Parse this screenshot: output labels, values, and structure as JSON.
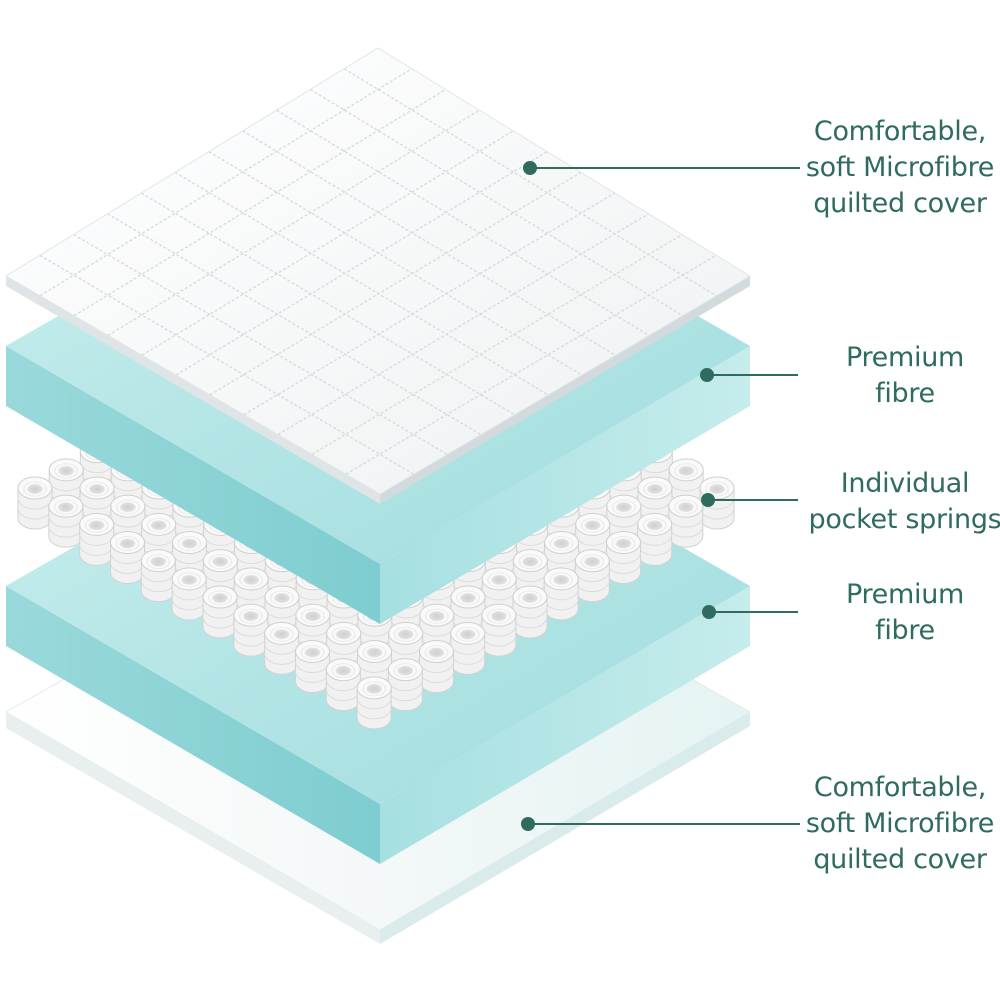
{
  "colors": {
    "text": "#2f6b5e",
    "leader": "#2f6b5e",
    "foam": "#a8dfe0",
    "foam_side": "#7fcfd2",
    "cover": "#f7f9fa",
    "spring": "#eeeeee"
  },
  "layers": [
    {
      "name": "top-cover",
      "icon": "quilted-cover",
      "lines": [
        "Comfortable,",
        "soft Microfibre",
        "quilted cover"
      ]
    },
    {
      "name": "upper-fibre",
      "icon": "foam-layer",
      "lines": [
        "Premium",
        "fibre"
      ]
    },
    {
      "name": "springs",
      "icon": "pocket-springs",
      "lines": [
        "Individual",
        "pocket springs"
      ]
    },
    {
      "name": "lower-fibre",
      "icon": "foam-layer",
      "lines": [
        "Premium",
        "fibre"
      ]
    },
    {
      "name": "bottom-cover",
      "icon": "quilted-cover",
      "lines": [
        "Comfortable,",
        "soft Microfibre",
        "quilted cover"
      ]
    }
  ]
}
